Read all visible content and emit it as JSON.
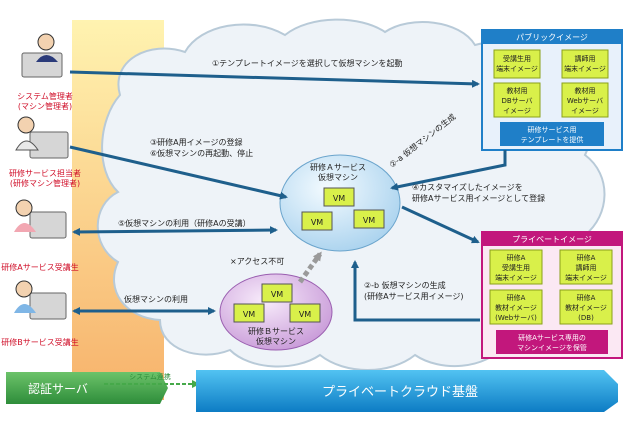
{
  "actors": [
    {
      "label_1": "システム管理者",
      "label_2": "(マシン管理者)"
    },
    {
      "label_1": "研修サービス担当者",
      "label_2": "(研修マシン管理者)"
    },
    {
      "label_1": "研修Aサービス受講生"
    },
    {
      "label_1": "研修Bサービス受講生"
    }
  ],
  "public_images": {
    "title": "パブリックイメージ",
    "items": [
      {
        "line_1": "受講生用",
        "line_2": "端末イメージ"
      },
      {
        "line_1": "講師用",
        "line_2": "端末イメージ"
      },
      {
        "line_1": "教材用",
        "line_2": "DBサーバ",
        "line_3": "イメージ"
      },
      {
        "line_1": "教材用",
        "line_2": "Webサーバ",
        "line_3": "イメージ"
      }
    ],
    "footer_1": "研修サービス用",
    "footer_2": "テンプレートを提供"
  },
  "private_images": {
    "title": "プライベートイメージ",
    "items": [
      {
        "line_1": "研修A",
        "line_2": "受講生用",
        "line_3": "端末イメージ"
      },
      {
        "line_1": "研修A",
        "line_2": "講師用",
        "line_3": "端末イメージ"
      },
      {
        "line_1": "研修A",
        "line_2": "教材イメージ",
        "line_3": "(Webサーバ)"
      },
      {
        "line_1": "研修A",
        "line_2": "教材イメージ",
        "line_3": "(DB)"
      }
    ],
    "footer_1": "研修Aサービス専用の",
    "footer_2": "マシンイメージを保管"
  },
  "service_a": {
    "title_1": "研修Ａサービス",
    "title_2": "仮想マシン",
    "vm_label": "VM"
  },
  "service_b": {
    "title_1": "研修Ｂサービス",
    "title_2": "仮想マシン",
    "vm_label": "VM"
  },
  "flows": {
    "step_1": "①テンプレートイメージを選択して仮想マシンを起動",
    "step_2a": "②-a 仮想マシンの生成",
    "step_3": "③研修A用イメージの登録",
    "step_6": "⑥仮想マシンの再起動、停止",
    "step_4_line_1": "④カスタマイズしたイメージを",
    "step_4_line_2": "研修Aサービス用イメージとして登録",
    "step_5": "⑤仮想マシンの利用（研修Aの受講）",
    "access_denied": "×アクセス不可",
    "step_2b_line_1": "②-b 仮想マシンの生成",
    "step_2b_line_2": "(研修Aサービス用イメージ)",
    "vm_use": "仮想マシンの利用"
  },
  "bottom": {
    "auth_server": "認証サーバ",
    "system_link": "システム連携",
    "private_cloud": "プライベートクラウド基盤"
  },
  "colors": {
    "arrow_blue": "#1e5f8c",
    "public_blue": "#1f7fc8",
    "private_magenta": "#c2177c",
    "vm_green": "#d9f04a",
    "auth_green": "#46a94a",
    "cloud_bar_blue": "#1fa0e0",
    "actor_red": "#d0102a"
  }
}
